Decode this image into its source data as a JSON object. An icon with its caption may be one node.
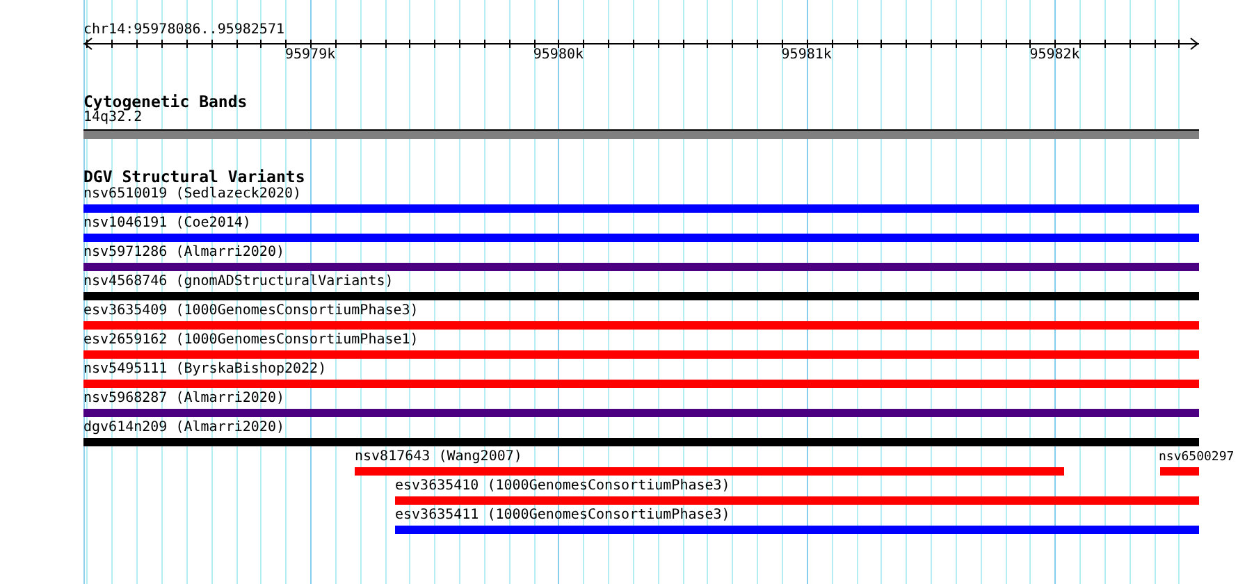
{
  "diagram": {
    "nodes": [
      {
        "text": [
          "14q32.2"
        ]
      },
      {
        "text": [
          "nsv6510019 (Sedlazeck2020)"
        ]
      },
      {
        "text": [
          "nsv1046191 (Coe2014)"
        ]
      },
      {
        "text": [
          "nsv5971286 (Almarri2020)"
        ]
      },
      {
        "text": [
          "nsv4568746 (gnomADStructuralVariants)"
        ]
      },
      {
        "text": [
          "esv3635409 (1000GenomesConsortiumPhase3)"
        ]
      },
      {
        "text": [
          "esv2659162 (1000GenomesConsortiumPhase1)"
        ]
      },
      {
        "text": [
          "nsv5495111 (ByrskaBishop2022)"
        ]
      },
      {
        "text": [
          "nsv5968287 (Almarri2020)"
        ]
      },
      {
        "text": [
          "dgv614n209 (Almarri2020)"
        ]
      },
      {
        "text": [
          "nsv817643 (Wang2007)"
        ]
      },
      {
        "text": [
          "nsv6500297"
        ]
      },
      {
        "text": [
          "esv3635410 (1000GenomesConsortiumPhase3)"
        ]
      },
      {
        "text": [
          "esv3635411 (1000GenomesConsortiumPhase3)"
        ]
      }
    ],
    "edges": [],
    "labels": [
      "chr14:95978086..95982571",
      "95979k",
      "95980k",
      "95981k",
      "95982k",
      "Cytogenetic Bands",
      "DGV Structural Variants"
    ]
  }
}
